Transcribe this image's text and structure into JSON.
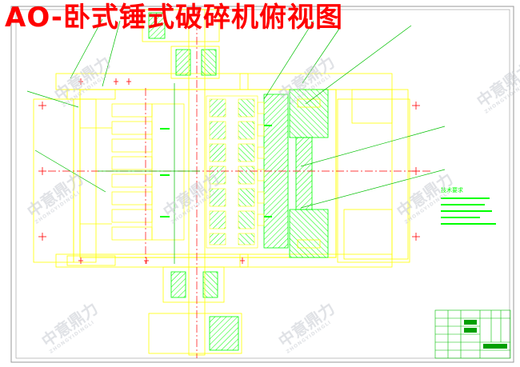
{
  "title": "AO-卧式锤式破碎机俯视图",
  "watermark": {
    "text": "中意鼎力",
    "sub": "ZHONGYIDINGLI"
  },
  "notes": {
    "heading": "技术要求"
  },
  "title_block": {
    "text": ""
  },
  "colors": {
    "title": "#ff0000",
    "outline": "#ffff00",
    "cut": "#00ff00",
    "dim": "#ff0000",
    "leader": "#00c000",
    "centerline": "#ff0000",
    "border": "#808080",
    "watermark": "#c8ccd2"
  }
}
